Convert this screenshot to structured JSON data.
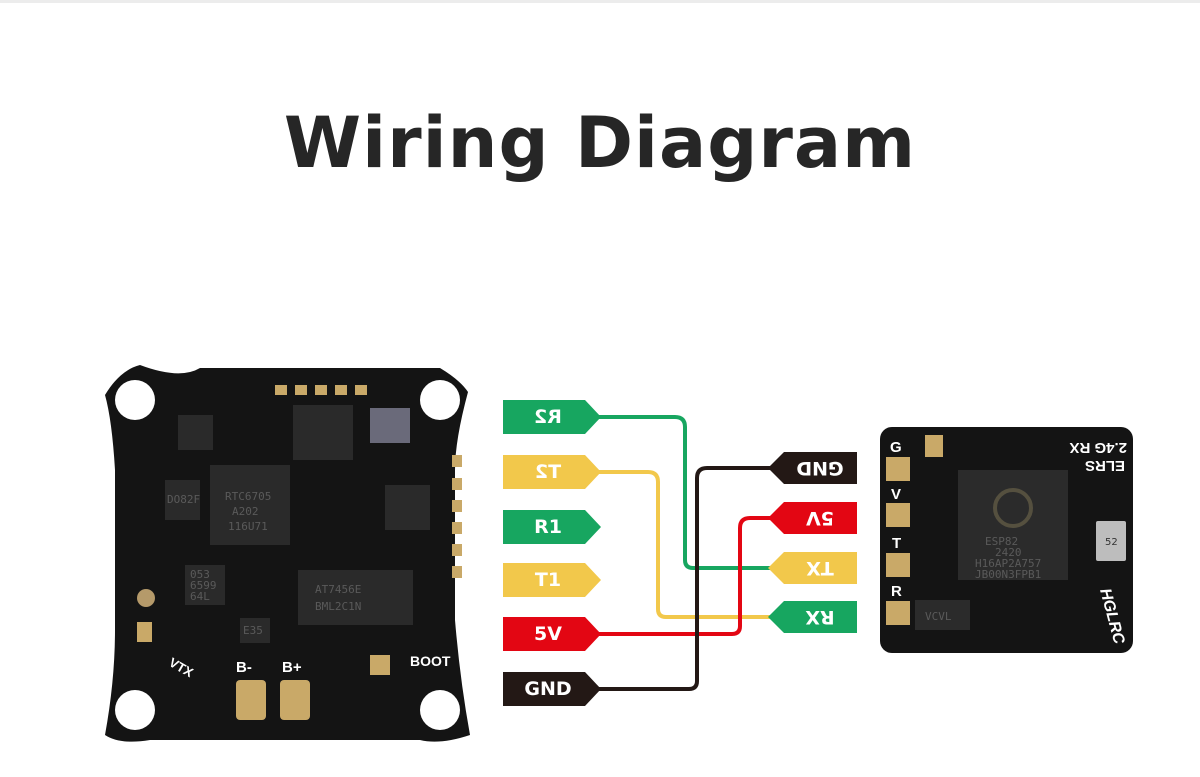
{
  "title": "Wiring Diagram",
  "colors": {
    "green": "#17a660",
    "yellow": "#f2c84b",
    "red": "#e30613",
    "black": "#231815",
    "board": "#141414",
    "pad": "#c9a968"
  },
  "flight_controller": {
    "labels": {
      "vtx": "VTX",
      "b_minus": "B-",
      "b_plus": "B+",
      "boot": "BOOT"
    },
    "chips": [
      "RTC6705",
      "A202",
      "116U71",
      "AT7456E",
      "BML2C1N",
      "DO82F",
      "E35",
      "053",
      "6599",
      "64L"
    ]
  },
  "receiver": {
    "title_line1": "ELRS",
    "title_line2": "2.4G RX",
    "pads": [
      "G",
      "V",
      "T",
      "R"
    ],
    "chip_lines": [
      "ESP82",
      "2420",
      "H16AP2A757",
      "JB00N3FPB1"
    ],
    "crystal": "52",
    "regulator": "VCVL",
    "brand": "HGLRC"
  },
  "left_tags": [
    {
      "label": "R2",
      "color": "green",
      "mirrored": true
    },
    {
      "label": "T2",
      "color": "yellow",
      "mirrored": true
    },
    {
      "label": "R1",
      "color": "green",
      "mirrored": false
    },
    {
      "label": "T1",
      "color": "yellow",
      "mirrored": false
    },
    {
      "label": "5V",
      "color": "red",
      "mirrored": false
    },
    {
      "label": "GND",
      "color": "black",
      "mirrored": false
    }
  ],
  "right_tags": [
    {
      "label": "GND",
      "color": "black"
    },
    {
      "label": "5V",
      "color": "red"
    },
    {
      "label": "TX",
      "color": "yellow"
    },
    {
      "label": "RX",
      "color": "green"
    }
  ],
  "connections": [
    {
      "from": "R2",
      "to": "TX",
      "color": "green"
    },
    {
      "from": "T2",
      "to": "RX",
      "color": "yellow"
    },
    {
      "from": "5V",
      "to": "5V",
      "color": "red"
    },
    {
      "from": "GND",
      "to": "GND",
      "color": "black"
    }
  ]
}
